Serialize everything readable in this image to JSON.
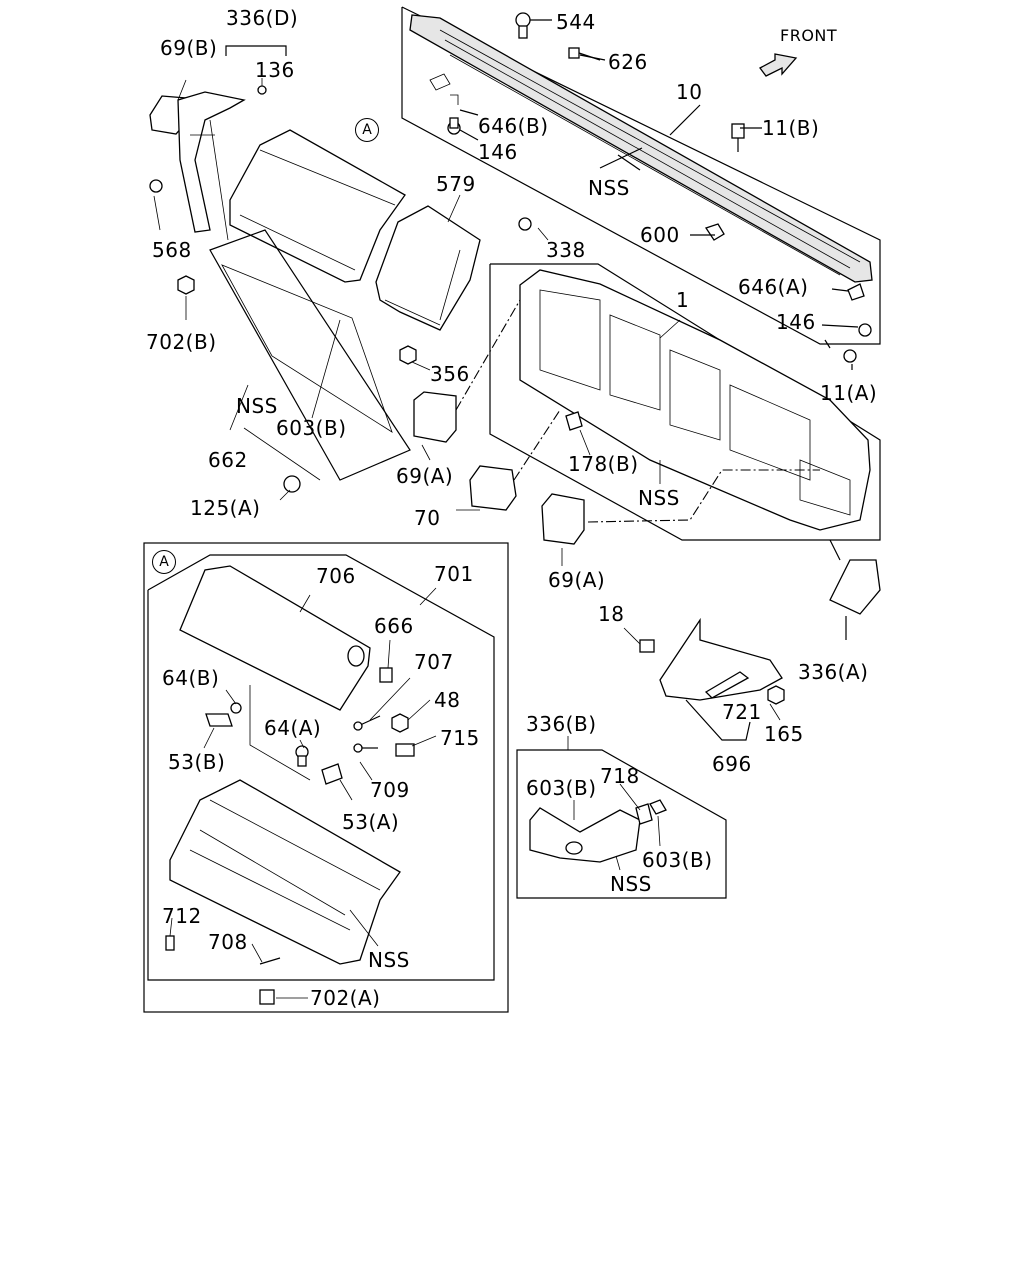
{
  "front_label": "FRONT",
  "callout_a": "A",
  "callout_a_box": "A",
  "labels": {
    "l_336d": "336(D)",
    "l_69b": "69(B)",
    "l_136": "136",
    "l_568": "568",
    "l_702b": "702(B)",
    "l_nss_662": "NSS",
    "l_603b_top": "603(B)",
    "l_662": "662",
    "l_125a": "125(A)",
    "l_579": "579",
    "l_338": "338",
    "l_356": "356",
    "l_69a_1": "69(A)",
    "l_70": "70",
    "l_69a_2": "69(A)",
    "l_544": "544",
    "l_626": "626",
    "l_10": "10",
    "l_646b": "646(B)",
    "l_146_top": "146",
    "l_11b": "11(B)",
    "l_nss_10": "NSS",
    "l_600": "600",
    "l_646a": "646(A)",
    "l_146_right": "146",
    "l_11a": "11(A)",
    "l_1": "1",
    "l_178b": "178(B)",
    "l_nss_1": "NSS",
    "l_336a": "336(A)",
    "l_18": "18",
    "l_721": "721",
    "l_165": "165",
    "l_696": "696",
    "l_706": "706",
    "l_701": "701",
    "l_666": "666",
    "l_707": "707",
    "l_64b": "64(B)",
    "l_48": "48",
    "l_64a": "64(A)",
    "l_715": "715",
    "l_53b": "53(B)",
    "l_709": "709",
    "l_53a": "53(A)",
    "l_712": "712",
    "l_708": "708",
    "l_nss_a": "NSS",
    "l_702a": "702(A)",
    "l_336b": "336(B)",
    "l_603b_left": "603(B)",
    "l_718": "718",
    "l_603b_right": "603(B)",
    "l_nss_336b": "NSS"
  }
}
